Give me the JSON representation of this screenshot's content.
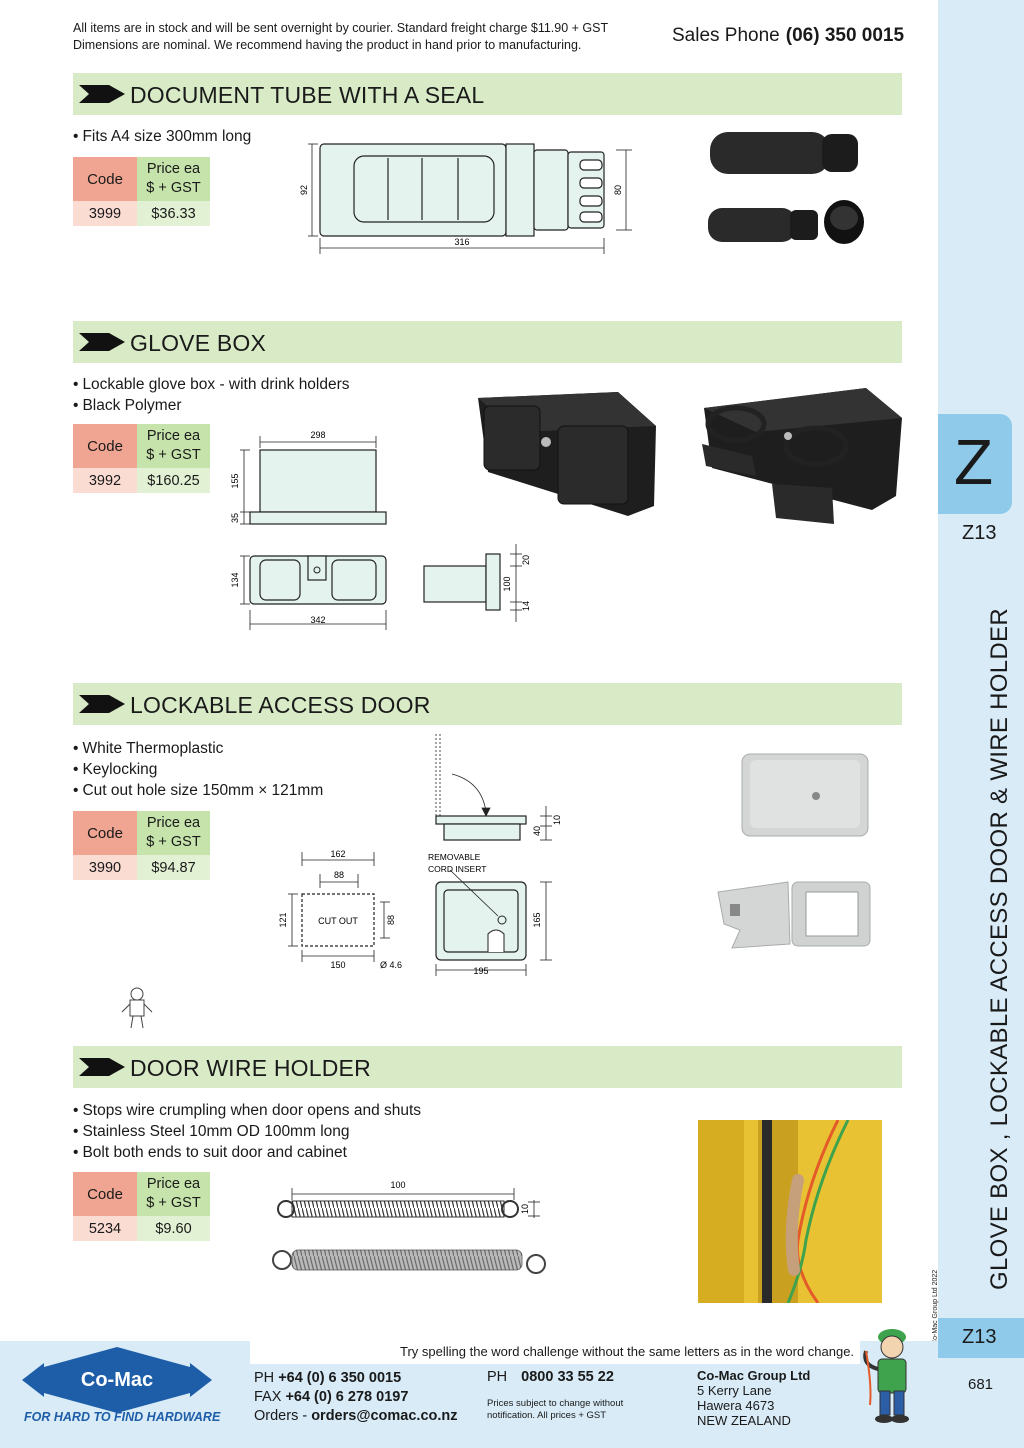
{
  "notice": {
    "line1": "All items are in stock and will be sent overnight by courier. Standard freight charge $11.90 + GST",
    "line2": "Dimensions are nominal. We recommend having the product in hand prior to manufacturing."
  },
  "sales_phone": {
    "label": "Sales Phone",
    "number": "(06) 350 0015"
  },
  "table_headers": {
    "code": "Code",
    "price_line1": "Price ea",
    "price_line2": "$ + GST"
  },
  "sections": [
    {
      "title": "DOCUMENT TUBE WITH A SEAL",
      "bullets": [
        "Fits A4 size 300mm long"
      ],
      "code": "3999",
      "price": "$36.33",
      "dims": {
        "height": "92",
        "inner": "80",
        "length": "316"
      }
    },
    {
      "title": "GLOVE BOX",
      "bullets": [
        "Lockable glove box - with drink holders",
        "Black Polymer"
      ],
      "code": "3992",
      "price": "$160.25",
      "dims": {
        "top_width": "298",
        "height": "155",
        "lip": "35",
        "front_h": "134",
        "front_w": "342",
        "side_top": "20",
        "side_h": "100",
        "side_bottom": "14"
      }
    },
    {
      "title": "LOCKABLE ACCESS DOOR",
      "bullets": [
        "White Thermoplastic",
        "Keylocking",
        "Cut out hole size 150mm × 121mm"
      ],
      "code": "3990",
      "price": "$94.87",
      "dims": {
        "w162": "162",
        "w88": "88",
        "h121": "121",
        "h88": "88",
        "cutout": "CUT OUT",
        "w150": "150",
        "dia": "Ø 4.6",
        "insert_line1": "REMOVABLE",
        "insert_line2": "CORD INSERT",
        "h165": "165",
        "w195": "195",
        "h40": "40",
        "h10": "10"
      }
    },
    {
      "title": "DOOR WIRE HOLDER",
      "bullets": [
        "Stops wire crumpling when door opens and shuts",
        "Stainless Steel 10mm OD 100mm long",
        "Bolt both ends to suit door and cabinet"
      ],
      "code": "5234",
      "price": "$9.60",
      "dims": {
        "length": "100",
        "od": "10"
      }
    }
  ],
  "side": {
    "letter": "Z",
    "code": "Z13",
    "title": "GLOVE BOX , LOCKABLE ACCESS DOOR & WIRE HOLDER",
    "copyright": "© Co-Mac Group Ltd 2022",
    "page": "681"
  },
  "footer": {
    "challenge": "Try spelling the word challenge without the same letters as in the word change.",
    "logo_text": "Co-Mac",
    "tagline": "FOR HARD TO FIND HARDWARE",
    "ph_label": "PH",
    "ph": "+64 (0) 6 350 0015",
    "fax_label": "FAX",
    "fax": "+64 (0) 6 278 0197",
    "orders_label": "Orders -",
    "orders": "orders@comac.co.nz",
    "ph2_label": "PH",
    "ph2": "0800 33 55 22",
    "note1": "Prices subject to change without",
    "note2": "notification. All prices + GST",
    "company": "Co-Mac Group Ltd",
    "addr1": "5 Kerry Lane",
    "addr2": "Hawera 4673",
    "addr3": "NEW ZEALAND"
  },
  "colors": {
    "header_green": "#d8ebc6",
    "code_pink": "#f0a592",
    "price_green": "#c5e3aa",
    "side_blue": "#d8ebf7",
    "tab_blue": "#8fcaea",
    "logo_blue": "#1e5ea8"
  }
}
